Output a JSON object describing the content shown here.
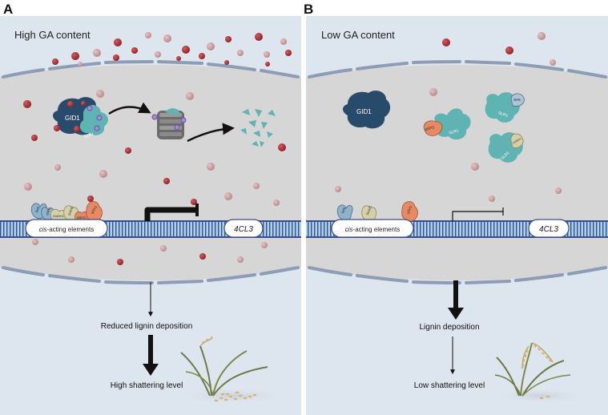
{
  "panels": {
    "a": {
      "letter": "A",
      "title": "High GA content",
      "receptor": "GID1",
      "slr1": "SLR1",
      "qsh1": "qSH1",
      "tf_labels": [
        "SH5",
        "qSH1",
        "OsIBH1",
        "SHAT1",
        "qSH1"
      ],
      "cis": "cis-acting elements",
      "cis_italic": "cis",
      "cis_rest": "-acting elements",
      "gene": "4CL3",
      "outcome1": "Reduced lignin deposition",
      "outcome2": "High shattering level"
    },
    "b": {
      "letter": "B",
      "title": "Low GA content",
      "receptor": "GID1",
      "slr1": "SLR1",
      "qsh1": "qSH1",
      "sh5": "SH5",
      "ibh1": "OsIBH1",
      "tf_labels": [
        "SH5",
        "SHAT1",
        "qSH1"
      ],
      "cis": "cis-acting elements",
      "cis_italic": "cis",
      "cis_rest": "-acting elements",
      "gene": "4CL3",
      "outcome1": "Lignin deposition",
      "outcome2": "Low shattering level"
    }
  },
  "colors": {
    "panel_bg": "#dde5ee",
    "cell_bg": "#d6d6d6",
    "membrane": "#8d9db5",
    "ga_dark": "#a8262b",
    "ga_light": "#c98f8f",
    "gid1": "#284a6b",
    "slr1": "#5fb3b3",
    "qsh1": "#e07b56",
    "dna": "#3a4d8c"
  }
}
